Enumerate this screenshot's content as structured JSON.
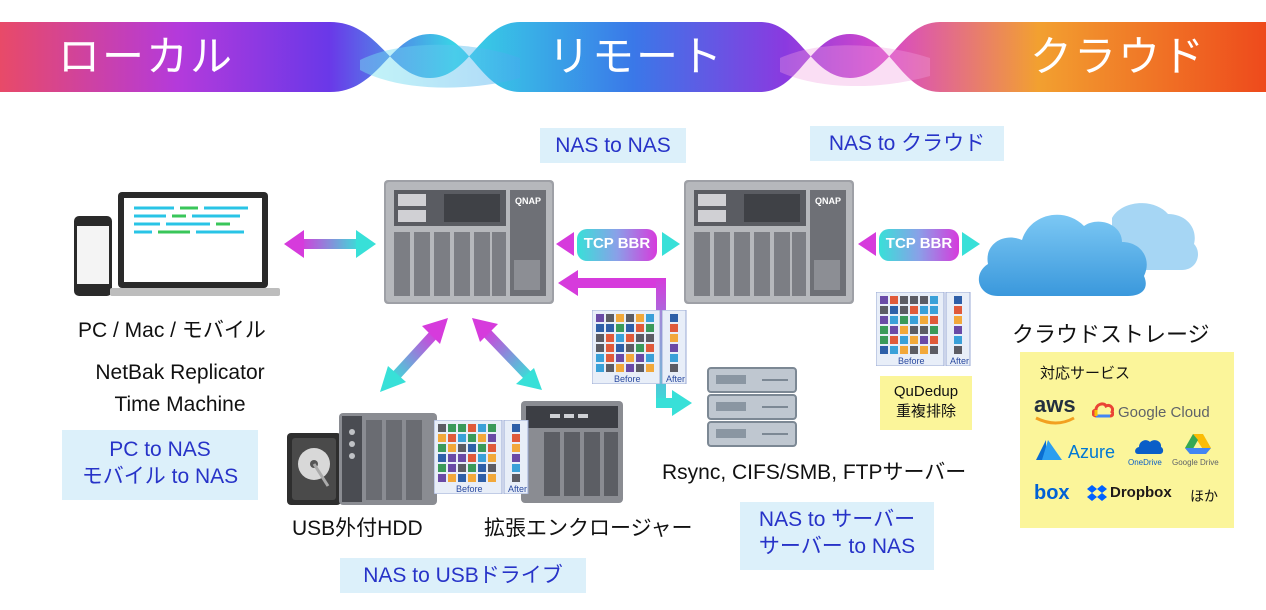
{
  "banner": {
    "local": "ローカル",
    "remote": "リモート",
    "cloud": "クラウド"
  },
  "tags": {
    "nas_to_nas": "NAS to NAS",
    "nas_to_cloud": "NAS to クラウド",
    "pc_to_nas_1": "PC to NAS",
    "pc_to_nas_2": "モバイル to NAS",
    "nas_to_server_1": "NAS to サーバー",
    "nas_to_server_2": "サーバー to NAS",
    "nas_to_usb": "NAS to USBドライブ"
  },
  "labels": {
    "pc_mac_mobile": "PC / Mac / モバイル",
    "netbak": "NetBak Replicator",
    "time_machine": "Time Machine",
    "cloud_storage": "クラウドストレージ",
    "rsync": "Rsync, CIFS/SMB, FTPサーバー",
    "usb_hdd": "USB外付HDD",
    "expansion": "拡張エンクロージャー",
    "qudedup_1": "QuDedup",
    "qudedup_2": "重複排除"
  },
  "tcp_bbr": "TCP BBR",
  "nas_brand": "QNAP",
  "dedup": {
    "before": "Before",
    "after": "After"
  },
  "services": {
    "title": "対応サービス",
    "aws": "aws",
    "google_cloud": "Google Cloud",
    "azure": "Azure",
    "onedrive": "OneDrive",
    "google_drive": "Google Drive",
    "box": "box",
    "dropbox": "Dropbox",
    "others": "ほか"
  },
  "colors": {
    "tag_bg": "#dcf0fa",
    "tag_text": "#2733c8",
    "yellow_box": "#fbf59a",
    "arrow_magenta": "#d63bdc",
    "arrow_cyan": "#38e0d8",
    "cloud_blue": "#4aa9e6"
  }
}
